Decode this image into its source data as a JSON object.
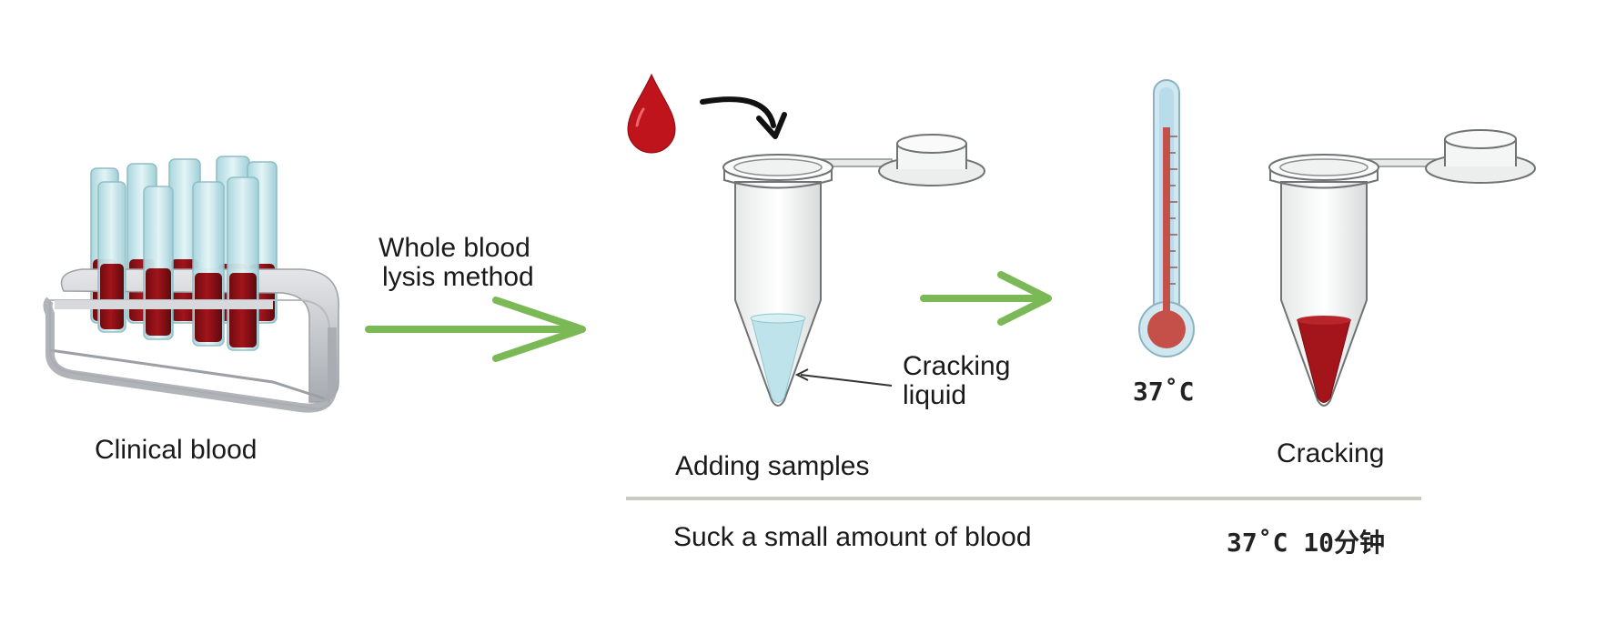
{
  "labels": {
    "clinical_blood": "Clinical blood",
    "method_line1": "Whole blood",
    "method_line2": "lysis method",
    "cracking_liquid_line1": "Cracking",
    "cracking_liquid_line2": "liquid",
    "adding_samples": "Adding samples",
    "cracking": "Cracking",
    "thermometer_temp": "37˚C",
    "suck_blood": "Suck a small amount of blood",
    "incubation": "37˚C 10分钟"
  },
  "colors": {
    "arrow_green": "#7bb956",
    "blood_red": "#a3141b",
    "lysis_liquid": "#bfe3ea",
    "tube_glass": "#cfe9ee",
    "rack_gray": "#c9ccd0",
    "divider": "#c9cbbf"
  },
  "icons": [
    "test-tube-rack-icon",
    "blood-drop-icon",
    "curved-arrow-icon",
    "microcentrifuge-tube-icon",
    "thermometer-icon",
    "right-arrow-icon"
  ]
}
